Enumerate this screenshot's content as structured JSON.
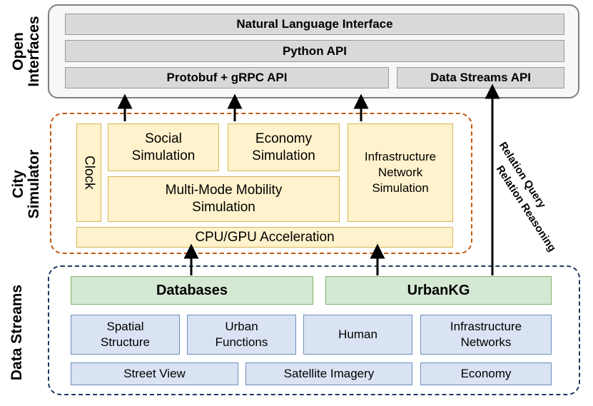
{
  "side_labels": {
    "open_interfaces": [
      "Open",
      "Interfaces"
    ],
    "city_simulator": [
      "City",
      "Simulator"
    ],
    "data_streams": "Data Streams"
  },
  "open_interfaces": {
    "natural_language": "Natural Language Interface",
    "python_api": "Python API",
    "protobuf_grpc": "Protobuf + gRPC API",
    "data_streams_api": "Data Streams API"
  },
  "city_simulator": {
    "clock": "Clock",
    "social": [
      "Social",
      "Simulation"
    ],
    "economy": [
      "Economy",
      "Simulation"
    ],
    "infrastructure": [
      "Infrastructure",
      "Network",
      "Simulation"
    ],
    "mobility": [
      "Multi-Mode Mobility",
      "Simulation"
    ],
    "acceleration": "CPU/GPU Acceleration"
  },
  "data_streams": {
    "databases": "Databases",
    "urbankg": "UrbanKG",
    "spatial": [
      "Spatial",
      "Structure"
    ],
    "urban_functions": [
      "Urban",
      "Functions"
    ],
    "human": "Human",
    "infrastructure_networks": [
      "Infrastructure",
      "Networks"
    ],
    "street_view": "Street View",
    "satellite": "Satellite Imagery",
    "economy": "Economy"
  },
  "relations": {
    "query": "Relation Query",
    "reasoning": "Relation Reasoning"
  },
  "colors": {
    "open_border": "#7f7f7f",
    "api_fill": "#d9d9d9",
    "sim_border": "#c55a11",
    "sim_fill": "#fff2cc",
    "data_border": "#1f3864",
    "green_fill": "#d5e8d4",
    "blue_fill": "#dae3f3"
  }
}
